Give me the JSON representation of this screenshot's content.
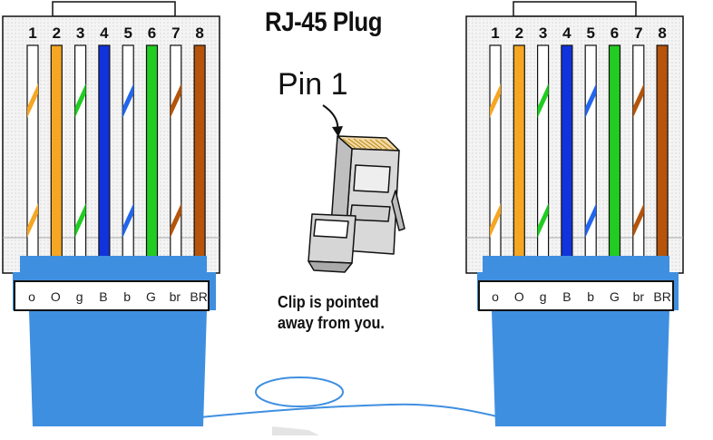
{
  "title": "RJ-45 Plug",
  "pin_label": "Pin 1",
  "caption": [
    "Clip is pointed",
    "away from you."
  ],
  "pin_numbers": [
    "1",
    "2",
    "3",
    "4",
    "5",
    "6",
    "7",
    "8"
  ],
  "wire_codes": [
    "o",
    "O",
    "g",
    "B",
    "b",
    "G",
    "br",
    "BR"
  ],
  "wire_colors": [
    {
      "base": "#ffffff",
      "stripe": "#f5a623"
    },
    {
      "base": "#f5a623",
      "stripe": null
    },
    {
      "base": "#ffffff",
      "stripe": "#22cc22"
    },
    {
      "base": "#1133dd",
      "stripe": null
    },
    {
      "base": "#ffffff",
      "stripe": "#2266ee"
    },
    {
      "base": "#22cc22",
      "stripe": null
    },
    {
      "base": "#ffffff",
      "stripe": "#b5540a"
    },
    {
      "base": "#b5540a",
      "stripe": null
    }
  ],
  "colors": {
    "jacket": "#3f8fe0",
    "jacket_dark": "#2f7fd3",
    "plug_body": "#f2f2f2",
    "cable": "#3f8fe0"
  }
}
